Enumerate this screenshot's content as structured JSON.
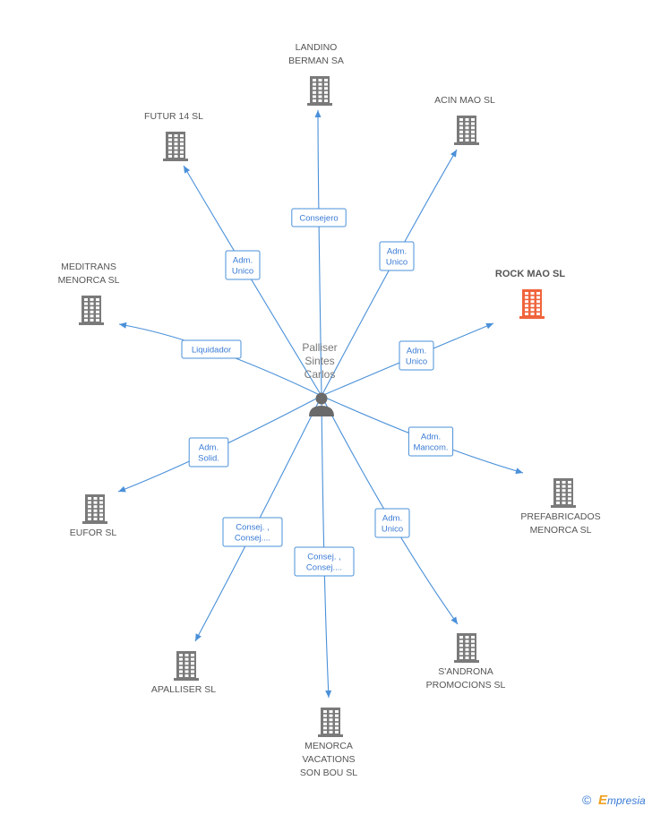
{
  "center": {
    "lines": [
      "Palliser",
      "Sintes",
      "Carlos"
    ],
    "icon": "person-icon"
  },
  "nodes": [
    {
      "id": "landino",
      "lines": [
        "LANDINO",
        "BERMAN SA"
      ],
      "icon": "building-icon",
      "highlight": false
    },
    {
      "id": "acin",
      "lines": [
        "ACIN MAO  SL"
      ],
      "icon": "building-icon",
      "highlight": false
    },
    {
      "id": "futur",
      "lines": [
        "FUTUR 14  SL"
      ],
      "icon": "building-icon",
      "highlight": false
    },
    {
      "id": "meditrans",
      "lines": [
        "MEDITRANS",
        "MENORCA SL"
      ],
      "icon": "building-icon",
      "highlight": false
    },
    {
      "id": "rockmao",
      "lines": [
        "ROCK MAO SL"
      ],
      "icon": "building-icon",
      "highlight": true
    },
    {
      "id": "prefab",
      "lines": [
        "PREFABRICADOS",
        "MENORCA SL"
      ],
      "icon": "building-icon",
      "highlight": false
    },
    {
      "id": "eufor",
      "lines": [
        "EUFOR  SL"
      ],
      "icon": "building-icon",
      "highlight": false
    },
    {
      "id": "sandrona",
      "lines": [
        "S'ANDRONA",
        "PROMOCIONS SL"
      ],
      "icon": "building-icon",
      "highlight": false
    },
    {
      "id": "apalliser",
      "lines": [
        "APALLISER  SL"
      ],
      "icon": "building-icon",
      "highlight": false
    },
    {
      "id": "menorca",
      "lines": [
        "MENORCA",
        "VACATIONS",
        "SON BOU SL"
      ],
      "icon": "building-icon",
      "highlight": false
    }
  ],
  "edges": [
    {
      "to": "landino",
      "label": [
        "Consejero"
      ]
    },
    {
      "to": "acin",
      "label": [
        "Adm.",
        "Unico"
      ]
    },
    {
      "to": "futur",
      "label": [
        "Adm.",
        "Unico"
      ]
    },
    {
      "to": "meditrans",
      "label": [
        "Liquidador"
      ]
    },
    {
      "to": "rockmao",
      "label": [
        "Adm.",
        "Unico"
      ]
    },
    {
      "to": "prefab",
      "label": [
        "Adm.",
        "Mancom."
      ]
    },
    {
      "to": "eufor",
      "label": [
        "Adm.",
        "Solid."
      ]
    },
    {
      "to": "sandrona",
      "label": [
        "Adm.",
        "Unico"
      ]
    },
    {
      "to": "apalliser",
      "label": [
        "Consej. ,",
        "Consej...."
      ]
    },
    {
      "to": "menorca",
      "label": [
        "Consej. ,",
        "Consej...."
      ]
    }
  ],
  "colors": {
    "edge": "#4a90d9",
    "building": "#7a7a7a",
    "building_highlight": "#f0643c",
    "person": "#6a6a6a"
  },
  "footer": {
    "copyright_symbol": "©",
    "brand": "mpresia",
    "brand_initial": "E"
  }
}
